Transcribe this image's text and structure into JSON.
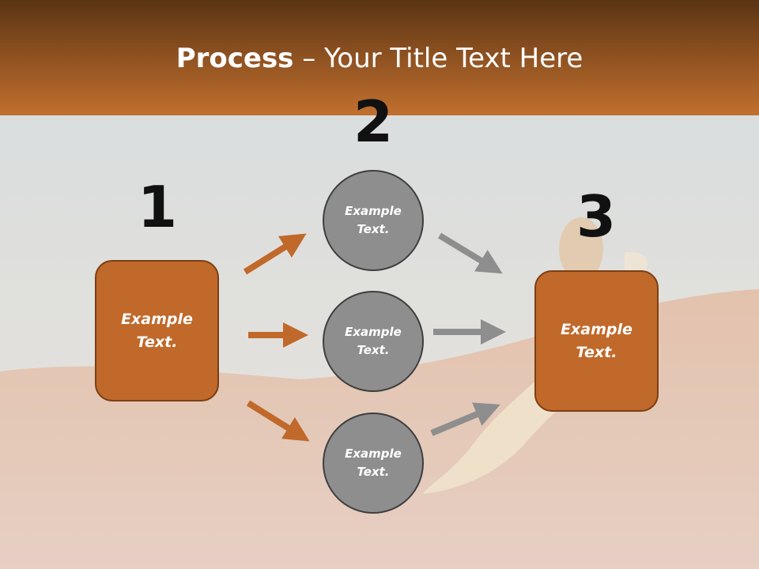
{
  "title": {
    "bold": "Process",
    "rest": " – Your Title Text Here"
  },
  "steps": {
    "one": {
      "number": "1",
      "box": {
        "line1": "Example",
        "line2": "Text."
      }
    },
    "two": {
      "number": "2",
      "circles": [
        {
          "line1": "Example",
          "line2": "Text."
        },
        {
          "line1": "Example",
          "line2": "Text."
        },
        {
          "line1": "Example",
          "line2": "Text."
        }
      ]
    },
    "three": {
      "number": "3",
      "box": {
        "line1": "Example",
        "line2": "Text."
      }
    }
  },
  "colors": {
    "header": "#a45a24",
    "box": "#c0692a",
    "circle": "#8e8e8e",
    "arrow_orange": "#c0692a",
    "arrow_gray": "#8e8e8e"
  }
}
